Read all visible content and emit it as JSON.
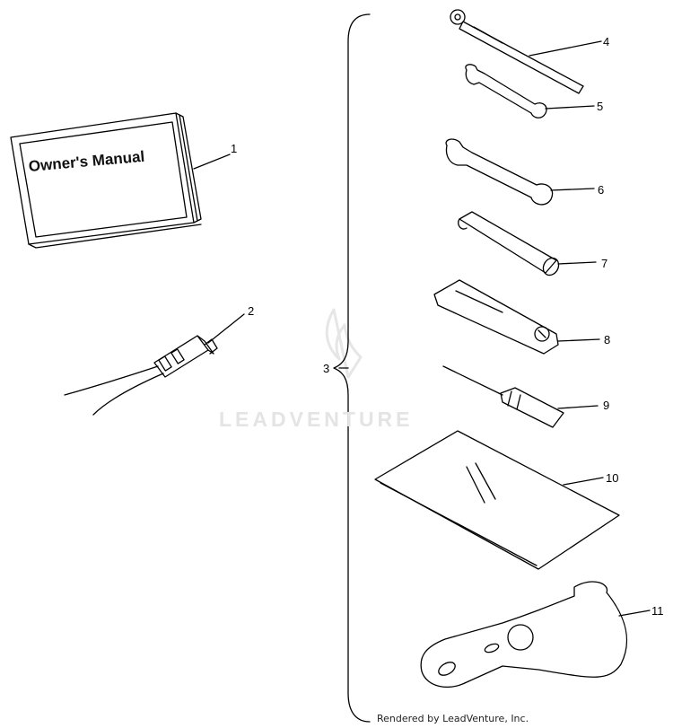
{
  "manual": {
    "title": "Owner's Manual"
  },
  "watermark": {
    "text": "LEADVENTURE"
  },
  "footer": {
    "text": "Rendered by LeadVenture, Inc."
  },
  "callouts": {
    "c1": "1",
    "c2": "2",
    "c3": "3",
    "c4": "4",
    "c5": "5",
    "c6": "6",
    "c7": "7",
    "c8": "8",
    "c9": "9",
    "c10": "10",
    "c11": "11"
  }
}
